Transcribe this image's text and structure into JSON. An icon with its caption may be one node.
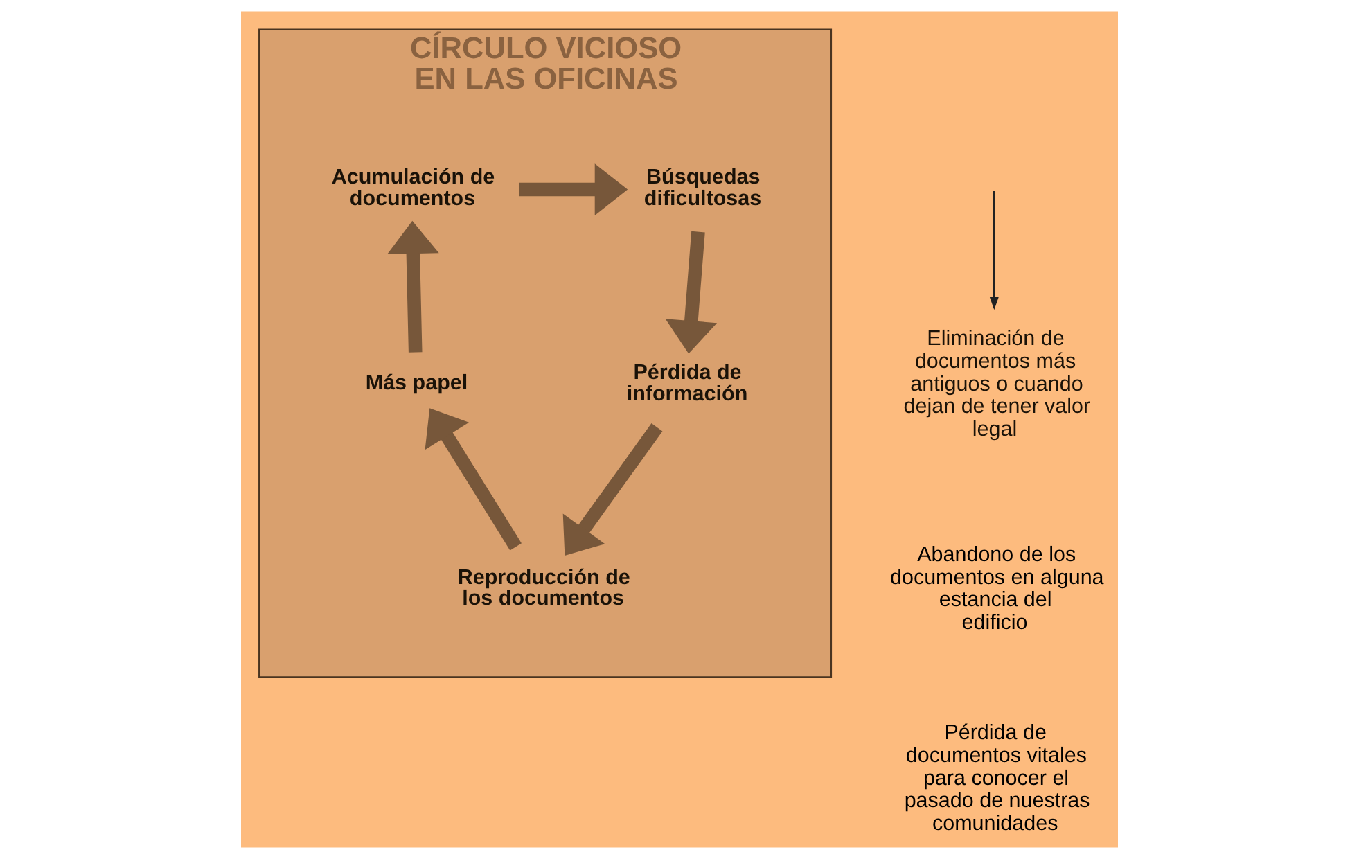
{
  "diagram": {
    "nodes": [
      {
        "text": [
          "CÍRCULO VICIOSO EN LAS OFICINAS"
        ]
      },
      {
        "text": [
          "Acumulación de documentos"
        ],
        "in": 0
      },
      {
        "text": [
          "Búsquedas dificultosas"
        ],
        "in": 0
      },
      {
        "text": [
          "Pérdida de información"
        ],
        "in": 0
      },
      {
        "text": [
          "Reproducción de los documentos"
        ],
        "in": 0
      },
      {
        "text": [
          "Más papel"
        ],
        "in": 0
      },
      {
        "text": [
          "Eliminación de documentos más antiguos o cuando dejan de tener valor legal"
        ]
      }
    ],
    "edges": [
      {
        "from": 1,
        "to": 2,
        "arrow": "to"
      },
      {
        "from": 2,
        "to": 3,
        "arrow": "to"
      },
      {
        "from": 3,
        "to": 4,
        "arrow": "to"
      },
      {
        "from": 4,
        "to": 5,
        "arrow": "to"
      },
      {
        "from": 5,
        "to": 1,
        "arrow": "to"
      },
      {
        "from": null,
        "to": 6,
        "arrow": "to",
        "color": "#222222"
      }
    ],
    "labels": [
      "Abandono de los documentos en alguna estancia del edificio",
      "Pérdida de documentos vitales para conocer el pasado de nuestras comunidades"
    ]
  }
}
